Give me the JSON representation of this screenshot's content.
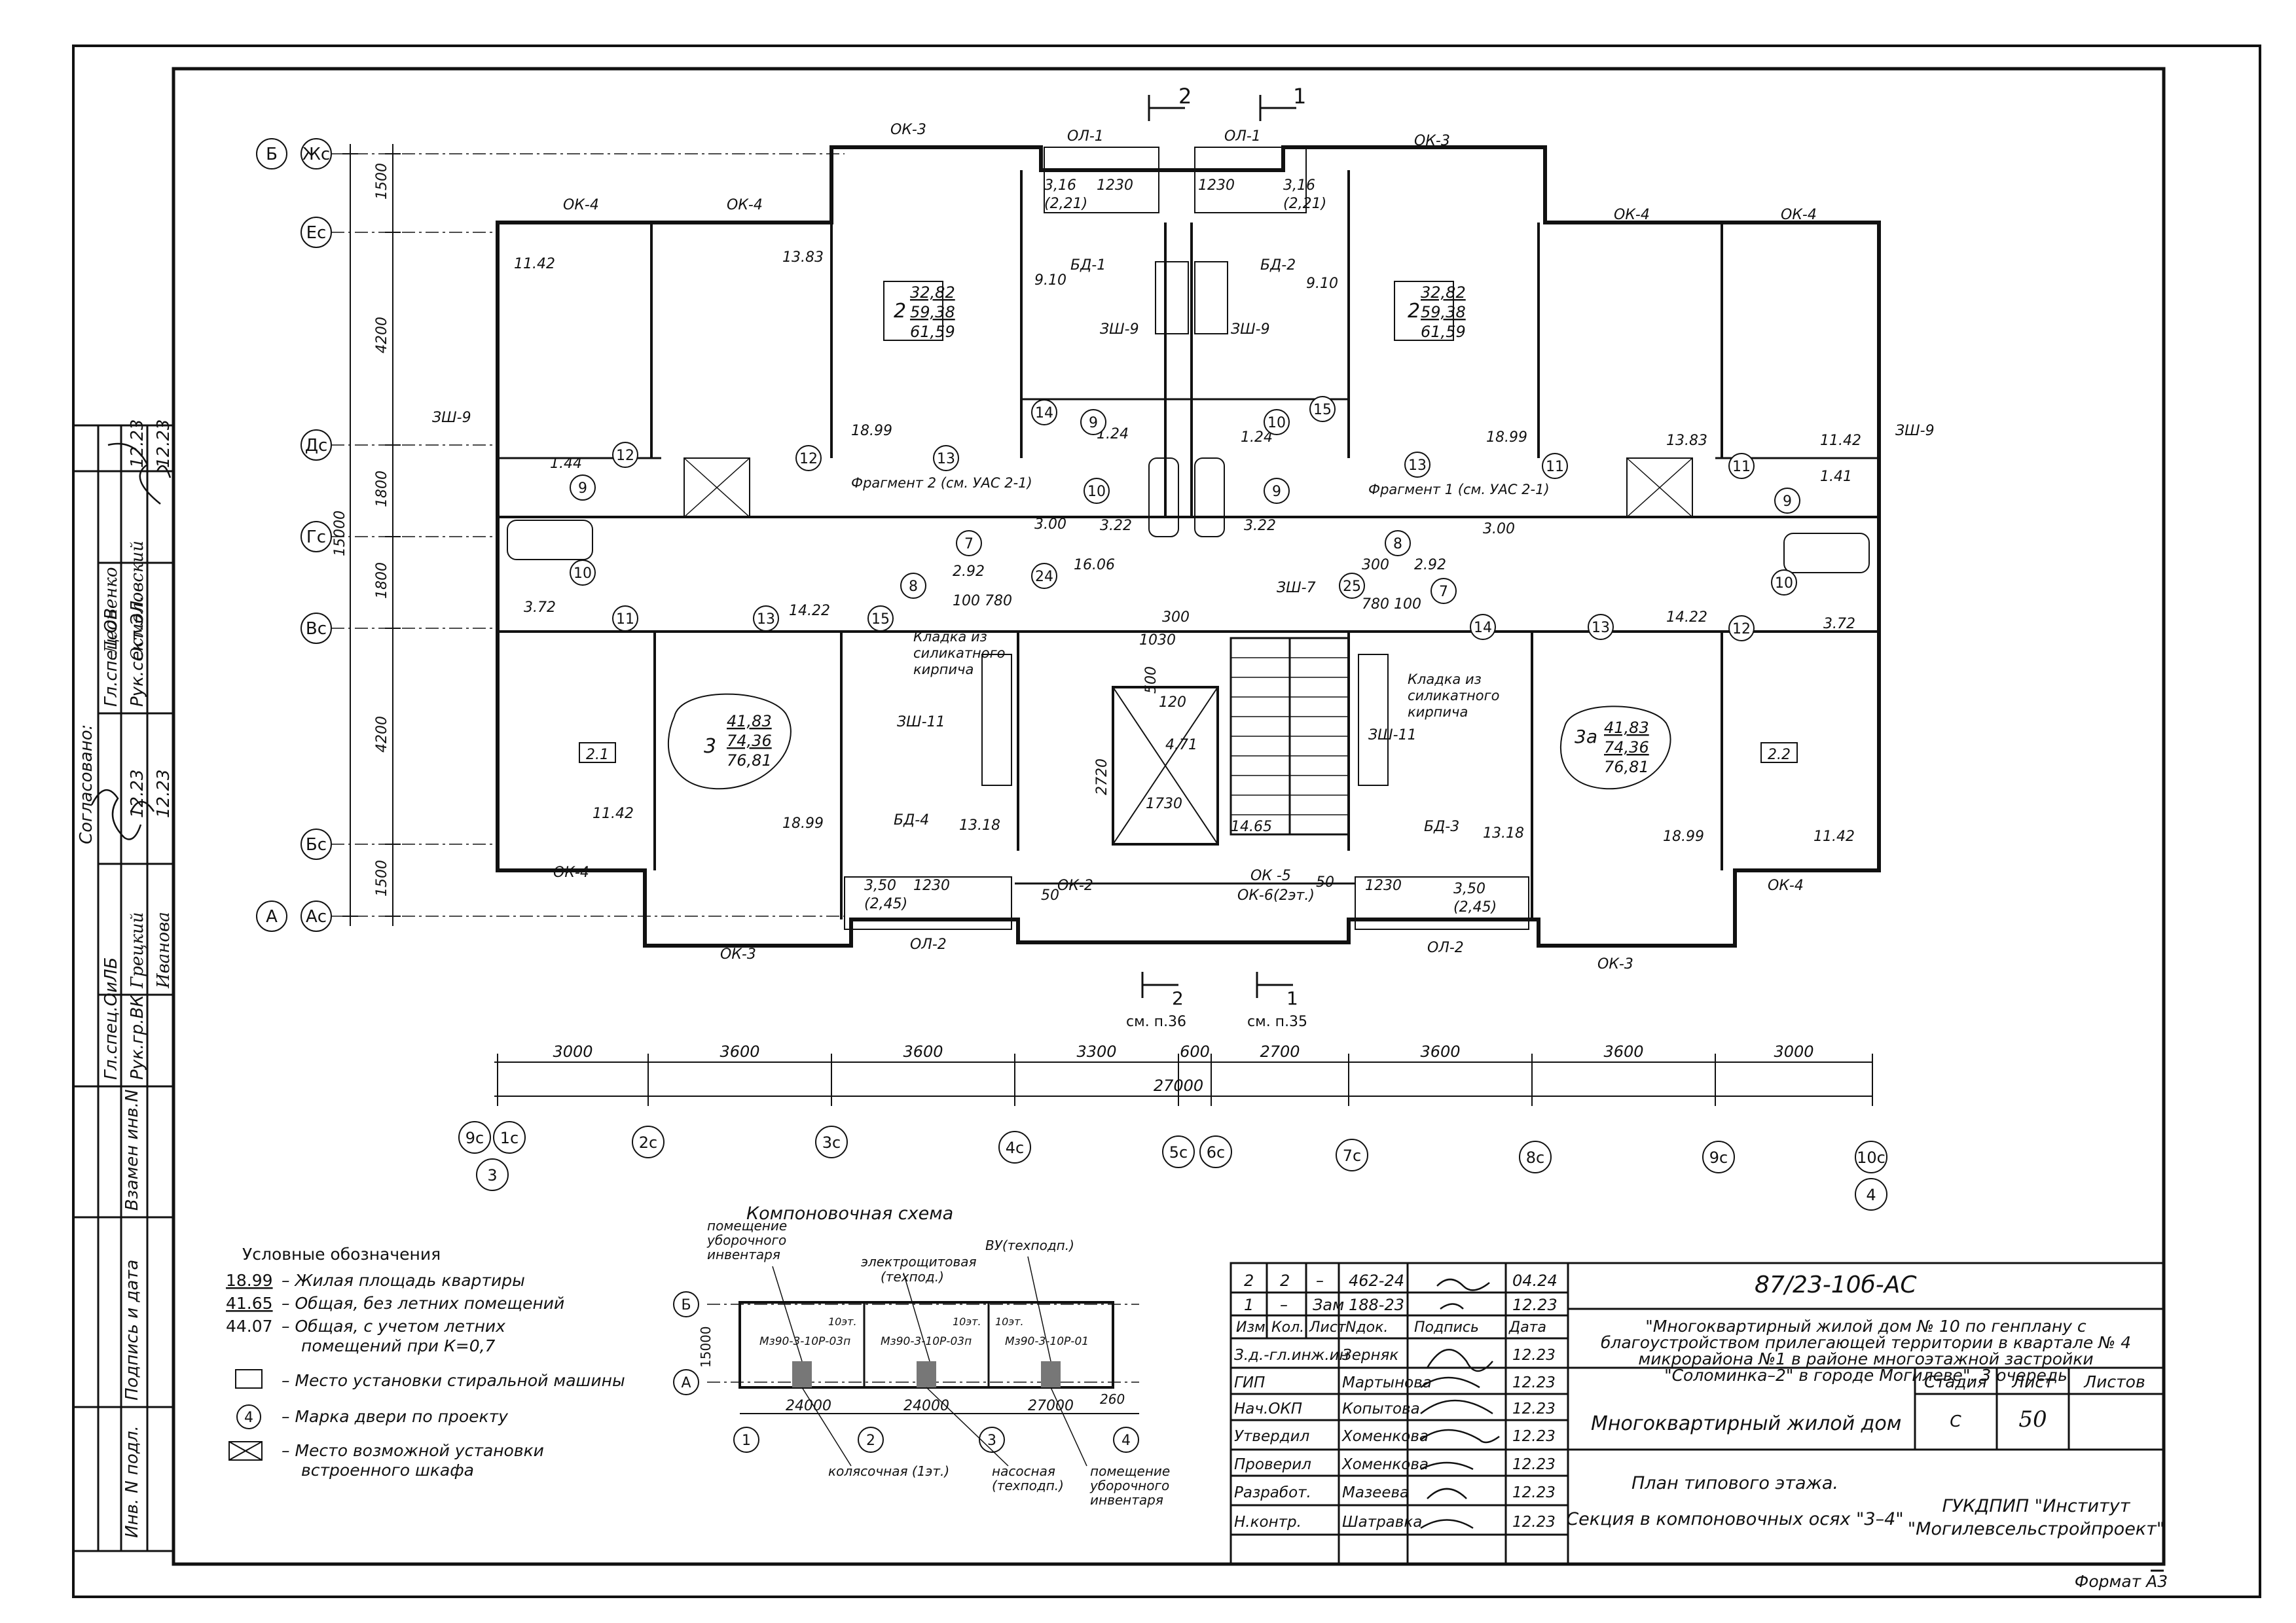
{
  "sections": {
    "left_label": "2",
    "right_label": "1"
  },
  "cut_marks": {
    "bottom_left_ref": "см. п.36",
    "bottom_right_ref": "см. п.35"
  },
  "axes_rows": {
    "b": "Б",
    "zhs": "Жс",
    "es": "Ес",
    "ds": "Дс",
    "gs": "Гс",
    "vs": "Вс",
    "bs": "Бс",
    "a": "А",
    "as": "Ас",
    "dims_left": [
      "1500",
      "4200",
      "1800",
      "1800",
      "4200",
      "1500"
    ],
    "total_left": "15000"
  },
  "axes_cols": {
    "labels": [
      "9с",
      "1с",
      "2с",
      "3с",
      "4с",
      "5с",
      "6с",
      "7с",
      "8с",
      "9с",
      "10с"
    ],
    "bubble_left": "3",
    "bubble_right": "4",
    "spans": [
      "3000",
      "3600",
      "3600",
      "3300",
      "600",
      "2700",
      "3600",
      "3600",
      "3000"
    ],
    "total": "27000"
  },
  "windows": {
    "ok3": "ОК-3",
    "ok4": "ОК-4",
    "ol1": "ОЛ-1",
    "ol2": "ОЛ-2",
    "ok2": "ОК-2",
    "ok5": "ОК -5",
    "ok6": "ОК-6(2эт.)",
    "bd1": "БД-1",
    "bd2": "БД-2",
    "bd3": "БД-3",
    "bd4": "БД-4",
    "zsh9": "ЗШ-9",
    "zsh11": "ЗШ-11",
    "zsh7": "ЗШ-7"
  },
  "areas": {
    "a1142": "11.42",
    "a1383": "13.83",
    "a1899": "18.99",
    "a910": "9.10",
    "a144": "1.44",
    "a141": "1.41",
    "a124": "1.24",
    "a322": "3.22",
    "a300": "3.00",
    "a372": "3.72",
    "a1422": "14.22",
    "a292": "2.92",
    "a1606": "16.06",
    "a1318": "13.18",
    "a1465": "14.65",
    "a471": "4.71",
    "bal1": "3,16",
    "bal1b": "(2,21)",
    "bal2": "3,50",
    "bal2b": "(2,45)",
    "d1230": "1230",
    "d100780": "100 780",
    "d780100": "780 100",
    "d300": "300",
    "d1030": "1030",
    "d2720": "2720",
    "d1730": "1730",
    "d500": "500",
    "d120": "120",
    "d50": "50"
  },
  "apartments": {
    "two_l": {
      "rooms": "2",
      "living": "32,82",
      "total": "59,38",
      "summer": "61,59"
    },
    "two_r": {
      "rooms": "2",
      "living": "32,82",
      "total": "59,38",
      "summer": "61,59"
    },
    "three": {
      "rooms": "3",
      "living": "41,83",
      "total": "74,36",
      "summer": "76,81"
    },
    "threea": {
      "rooms": "3а",
      "living": "41,83",
      "total": "74,36",
      "summer": "76,81"
    }
  },
  "notes": {
    "frag2": "Фрагмент 2 (см. УАС 2-1)",
    "frag1": "Фрагмент 1 (см. УАС 2-1)",
    "masonry1": "Кладка из",
    "masonry2": "силикатного",
    "masonry3": "кирпича",
    "mark21": "2.1",
    "mark22": "2.2"
  },
  "doors": [
    "12",
    "13",
    "9",
    "10",
    "11",
    "14",
    "15",
    "7",
    "8",
    "24",
    "25"
  ],
  "stamp_left": {
    "agreed": "Согласовано:",
    "rows": [
      {
        "role": "Гл.спец.ОВ",
        "name": "Леоненко",
        "date": "12.23"
      },
      {
        "role": "Рук.сект.ЭЛ.",
        "name": "Осмоловский",
        "date": "12.23"
      },
      {
        "role": "Гл.спец.ОиЛБ",
        "name": "Грецкий",
        "date": "12.23"
      },
      {
        "role": "Рук.гр.ВК",
        "name": "Иванова",
        "date": "12.23"
      }
    ],
    "inv": "Инв. N подл.",
    "sign": "Подпись и дата",
    "replace": "Взамен инв.N"
  },
  "legend": {
    "title": "Условные обозначения",
    "items": [
      {
        "code": "18.99",
        "text": "– Жилая площадь квартиры"
      },
      {
        "code": "41.65",
        "text": "– Общая,   без   летних помещений"
      },
      {
        "code": "44.07",
        "text": "– Общая, с учетом летних"
      },
      {
        "code": "",
        "text": "помещений при К=0,7"
      },
      {
        "code": "",
        "text": "– Место установки стиральной машины"
      },
      {
        "code": "4",
        "text": "– Марка двери по проекту"
      },
      {
        "code": "",
        "text": "– Место возможной установки"
      },
      {
        "code": "",
        "text": "встроенного шкафа"
      }
    ]
  },
  "schema": {
    "title": "Компоновочная схема",
    "l1": "помещение",
    "l2": "уборочного",
    "l3": "инвентаря",
    "l4": "электрощитовая",
    "l5": "(техпод.)",
    "l6": "ВУ(техподп.)",
    "m1": "Мз90-3-10Р-03п",
    "m2": "Мз90-3-10Р-03п",
    "m3": "Мз90-3-10Р-01",
    "e1": "10эт.",
    "e2": "10эт.",
    "e3": "10эт.",
    "d1": "24000",
    "d2": "24000",
    "d3": "27000",
    "d4": "260",
    "h": "15000",
    "b1": "колясочная (1эт.)",
    "b2": "насосная",
    "b3": "(техподп.)",
    "b4": "помещение",
    "b5": "уборочного",
    "b6": "инвентаря",
    "ax1": "1",
    "ax2": "2",
    "ax3": "3",
    "ax4": "4",
    "axB": "Б",
    "axA": "А"
  },
  "title_block": {
    "code": "87/23-10б-АС",
    "project_1": "\"Многоквартирный жилой дом № 10 по генплану с",
    "project_2": "благоустройством прилегающей территории в квартале № 4",
    "project_3": "микрорайона №1 в районе многоэтажной застройки",
    "project_4": "\"Соломинка–2\" в городе Могилеве\". 3 очередь",
    "building": "Многоквартирный жилой дом",
    "sheet_title_1": "План типового этажа.",
    "sheet_title_2": "Секция в компоновочных осях \"3–4\"",
    "org_1": "ГУКДПИП \"Институт",
    "org_2": "\"Могилевсельстройпроект\"",
    "stage_h": "Стадия",
    "sheet_h": "Лист",
    "sheets_h": "Листов",
    "stage": "С",
    "sheet": "50",
    "sheets": "",
    "format": "Формат А3",
    "rev_rows": [
      {
        "izm": "2",
        "kol": "2",
        "list": "–",
        "doc": "462-24",
        "date": "04.24"
      },
      {
        "izm": "1",
        "kol": "–",
        "list": "Зам",
        "doc": "188-23",
        "date": "12.23"
      }
    ],
    "hdr": {
      "izm": "Изм.",
      "kol": "Кол.",
      "list": "Лист",
      "doc": "Nдок.",
      "sign": "Подпись",
      "date": "Дата"
    },
    "staff": [
      {
        "role": "З.д.-гл.инж.ин",
        "name": "Зерняк",
        "date": "12.23"
      },
      {
        "role": "ГИП",
        "name": "Мартынова",
        "date": "12.23"
      },
      {
        "role": "Нач.ОКП",
        "name": "Копытова",
        "date": "12.23"
      },
      {
        "role": "Утвердил",
        "name": "Хоменкова",
        "date": "12.23"
      },
      {
        "role": "Проверил",
        "name": "Хоменкова",
        "date": "12.23"
      },
      {
        "role": "Разработ.",
        "name": "Мазеева",
        "date": "12.23"
      },
      {
        "role": "Н.контр.",
        "name": "Шатравка",
        "date": "12.23"
      }
    ]
  }
}
